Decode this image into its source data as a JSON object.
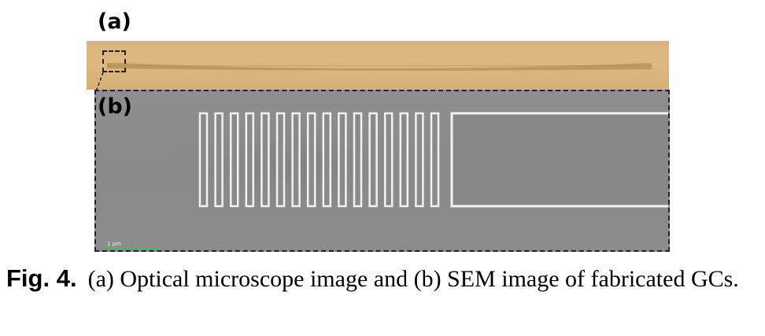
{
  "figure": {
    "panel_a_label": "(a)",
    "panel_b_label": "(b)",
    "scale_bar_text": "1 μm",
    "caption_label": "Fig. 4.",
    "caption_text": "(a) Optical microscope image and (b) SEM image of fabricated GCs.",
    "grating_period_count": 16
  },
  "colors": {
    "optical_background": "#d9b57a",
    "waveguide": "#b8955c",
    "sem_background": "#8c8c8c",
    "sem_edges": "#f2f2f2",
    "scale_bar": "#33cc33"
  }
}
